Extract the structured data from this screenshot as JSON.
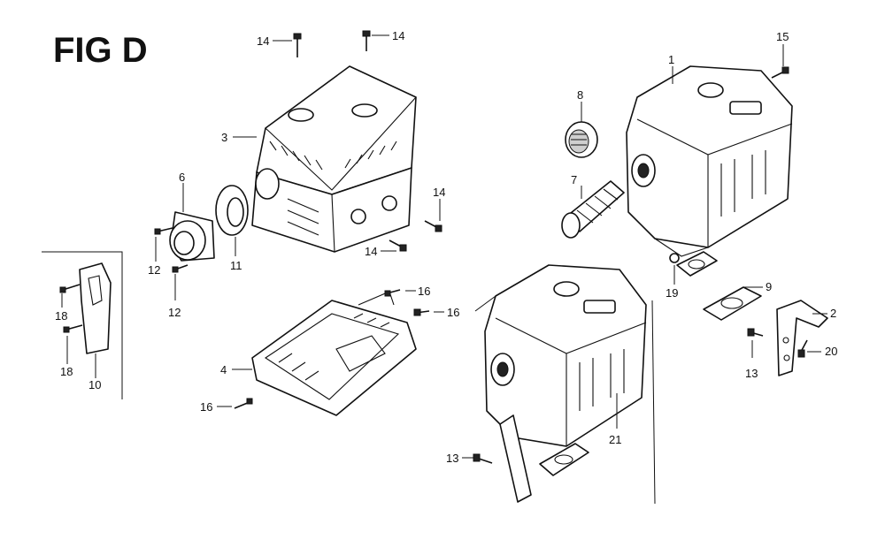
{
  "title": "FIG D",
  "callouts": [
    "14",
    "14",
    "15",
    "1",
    "8",
    "3",
    "6",
    "7",
    "14",
    "12",
    "11",
    "14",
    "19",
    "9",
    "2",
    "18",
    "16",
    "12",
    "16",
    "18",
    "10",
    "13",
    "20",
    "4",
    "16",
    "21",
    "13"
  ]
}
